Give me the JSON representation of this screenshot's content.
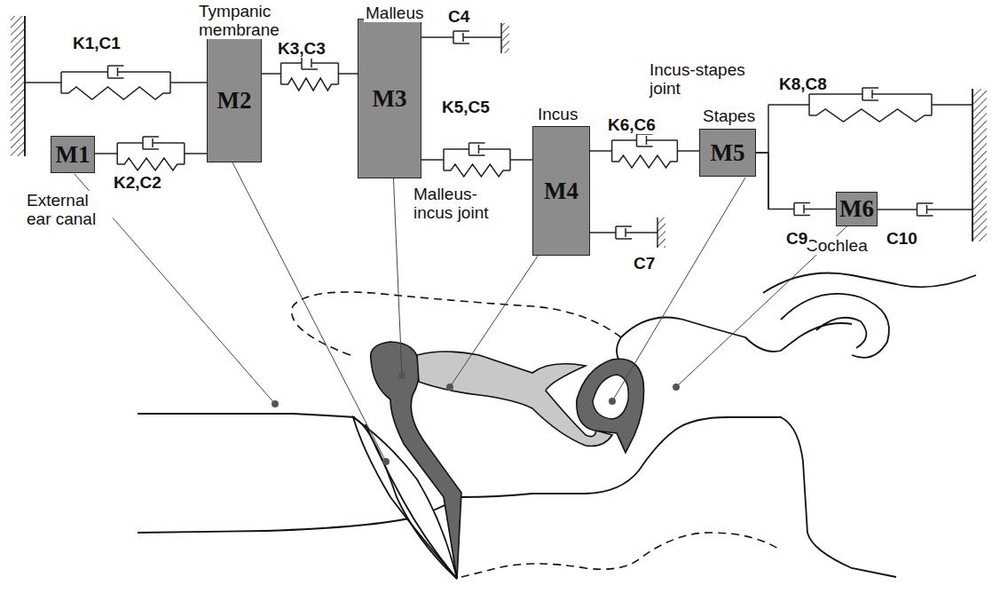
{
  "diagram": {
    "nodes": [
      {
        "text": [
          "M1"
        ]
      },
      {
        "text": [
          "M2"
        ]
      },
      {
        "text": [
          "M3"
        ]
      },
      {
        "text": [
          "M4"
        ]
      },
      {
        "text": [
          "M5"
        ]
      },
      {
        "text": [
          "M6"
        ]
      }
    ],
    "edges": [
      {
        "from": 0,
        "to": 1,
        "arrow": "none",
        "label": "K2,C2"
      },
      {
        "from": 1,
        "to": 2,
        "arrow": "none",
        "label": "K3,C3"
      },
      {
        "from": 2,
        "to": 3,
        "arrow": "none",
        "label": "K5,C5"
      },
      {
        "from": 3,
        "to": 4,
        "arrow": "none",
        "label": "K6,C6"
      },
      {
        "from": 4,
        "to": 5,
        "arrow": "none",
        "label": "C9"
      }
    ],
    "labels": [
      "K1,C1",
      "Tympanic membrane",
      "Malleus",
      "C4",
      "Incus-stapes joint",
      "Incus",
      "Stapes",
      "K8,C8",
      "Malleus- incus joint",
      "External ear canal",
      "C7",
      "Cochlea",
      "C10"
    ]
  }
}
